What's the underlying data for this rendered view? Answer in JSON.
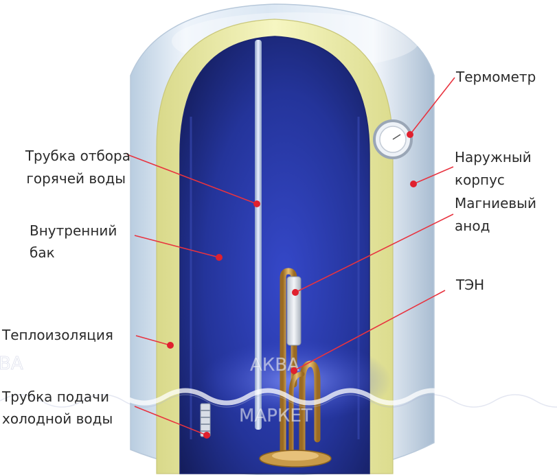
{
  "labels": {
    "thermometer": "Термометр",
    "hot_pipe_1": "Трубка отбора",
    "hot_pipe_2": "горячей воды",
    "outer_case_1": "Наружный",
    "outer_case_2": "корпус",
    "anode_1": "Магниевый",
    "anode_2": "анод",
    "inner_tank_1": "Внутренний",
    "inner_tank_2": "бак",
    "heater": "ТЭН",
    "insulation": "Теплоизоляция",
    "cold_pipe_1": "Трубка подачи",
    "cold_pipe_2": "холодной воды"
  },
  "watermark": {
    "word_1": "АКВА",
    "word_2": "МАРКЕТ",
    "fragment_left": "ВА"
  },
  "colors": {
    "leader": "#e8333f",
    "marker": "#e0202e",
    "tank_inner": "#23318f",
    "insulation": "#f3f2b4"
  }
}
